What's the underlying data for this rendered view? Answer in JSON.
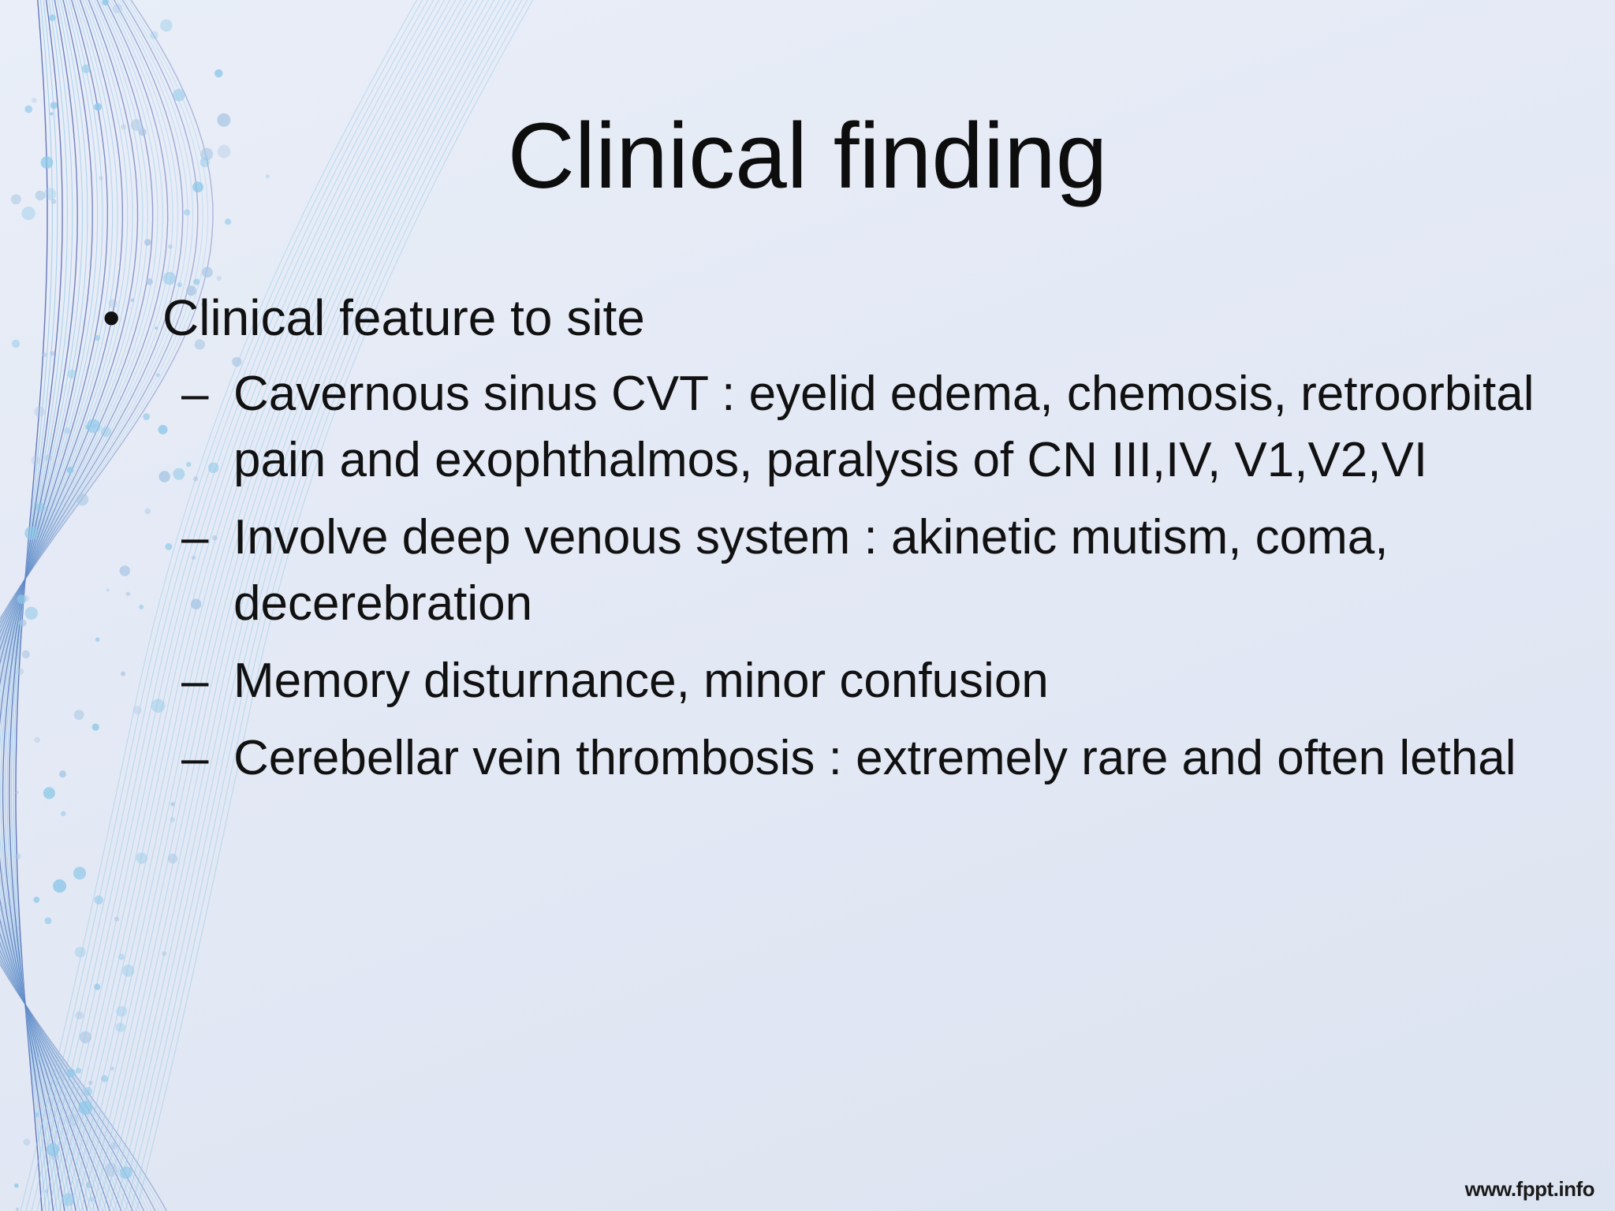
{
  "slide": {
    "title": "Clinical finding",
    "bullet": {
      "symbol": "•",
      "text": "Clinical feature to site"
    },
    "sub_bullet_symbol": "–",
    "sub_items": [
      "Cavernous sinus CVT : eyelid edema, chemosis, retroorbital pain and exophthalmos, paralysis of CN III,IV, V1,V2,VI",
      "Involve deep venous system : akinetic mutism, coma, decerebration",
      "Memory disturnance, minor confusion",
      "Cerebellar vein thrombosis : extremely rare and often lethal"
    ],
    "footer_logo": "www.fppt.info"
  },
  "colors": {
    "background": "#e4eaf5",
    "text": "#111111",
    "wave_light": "#8fc8e8",
    "wave_dark": "#3b4fa8"
  }
}
